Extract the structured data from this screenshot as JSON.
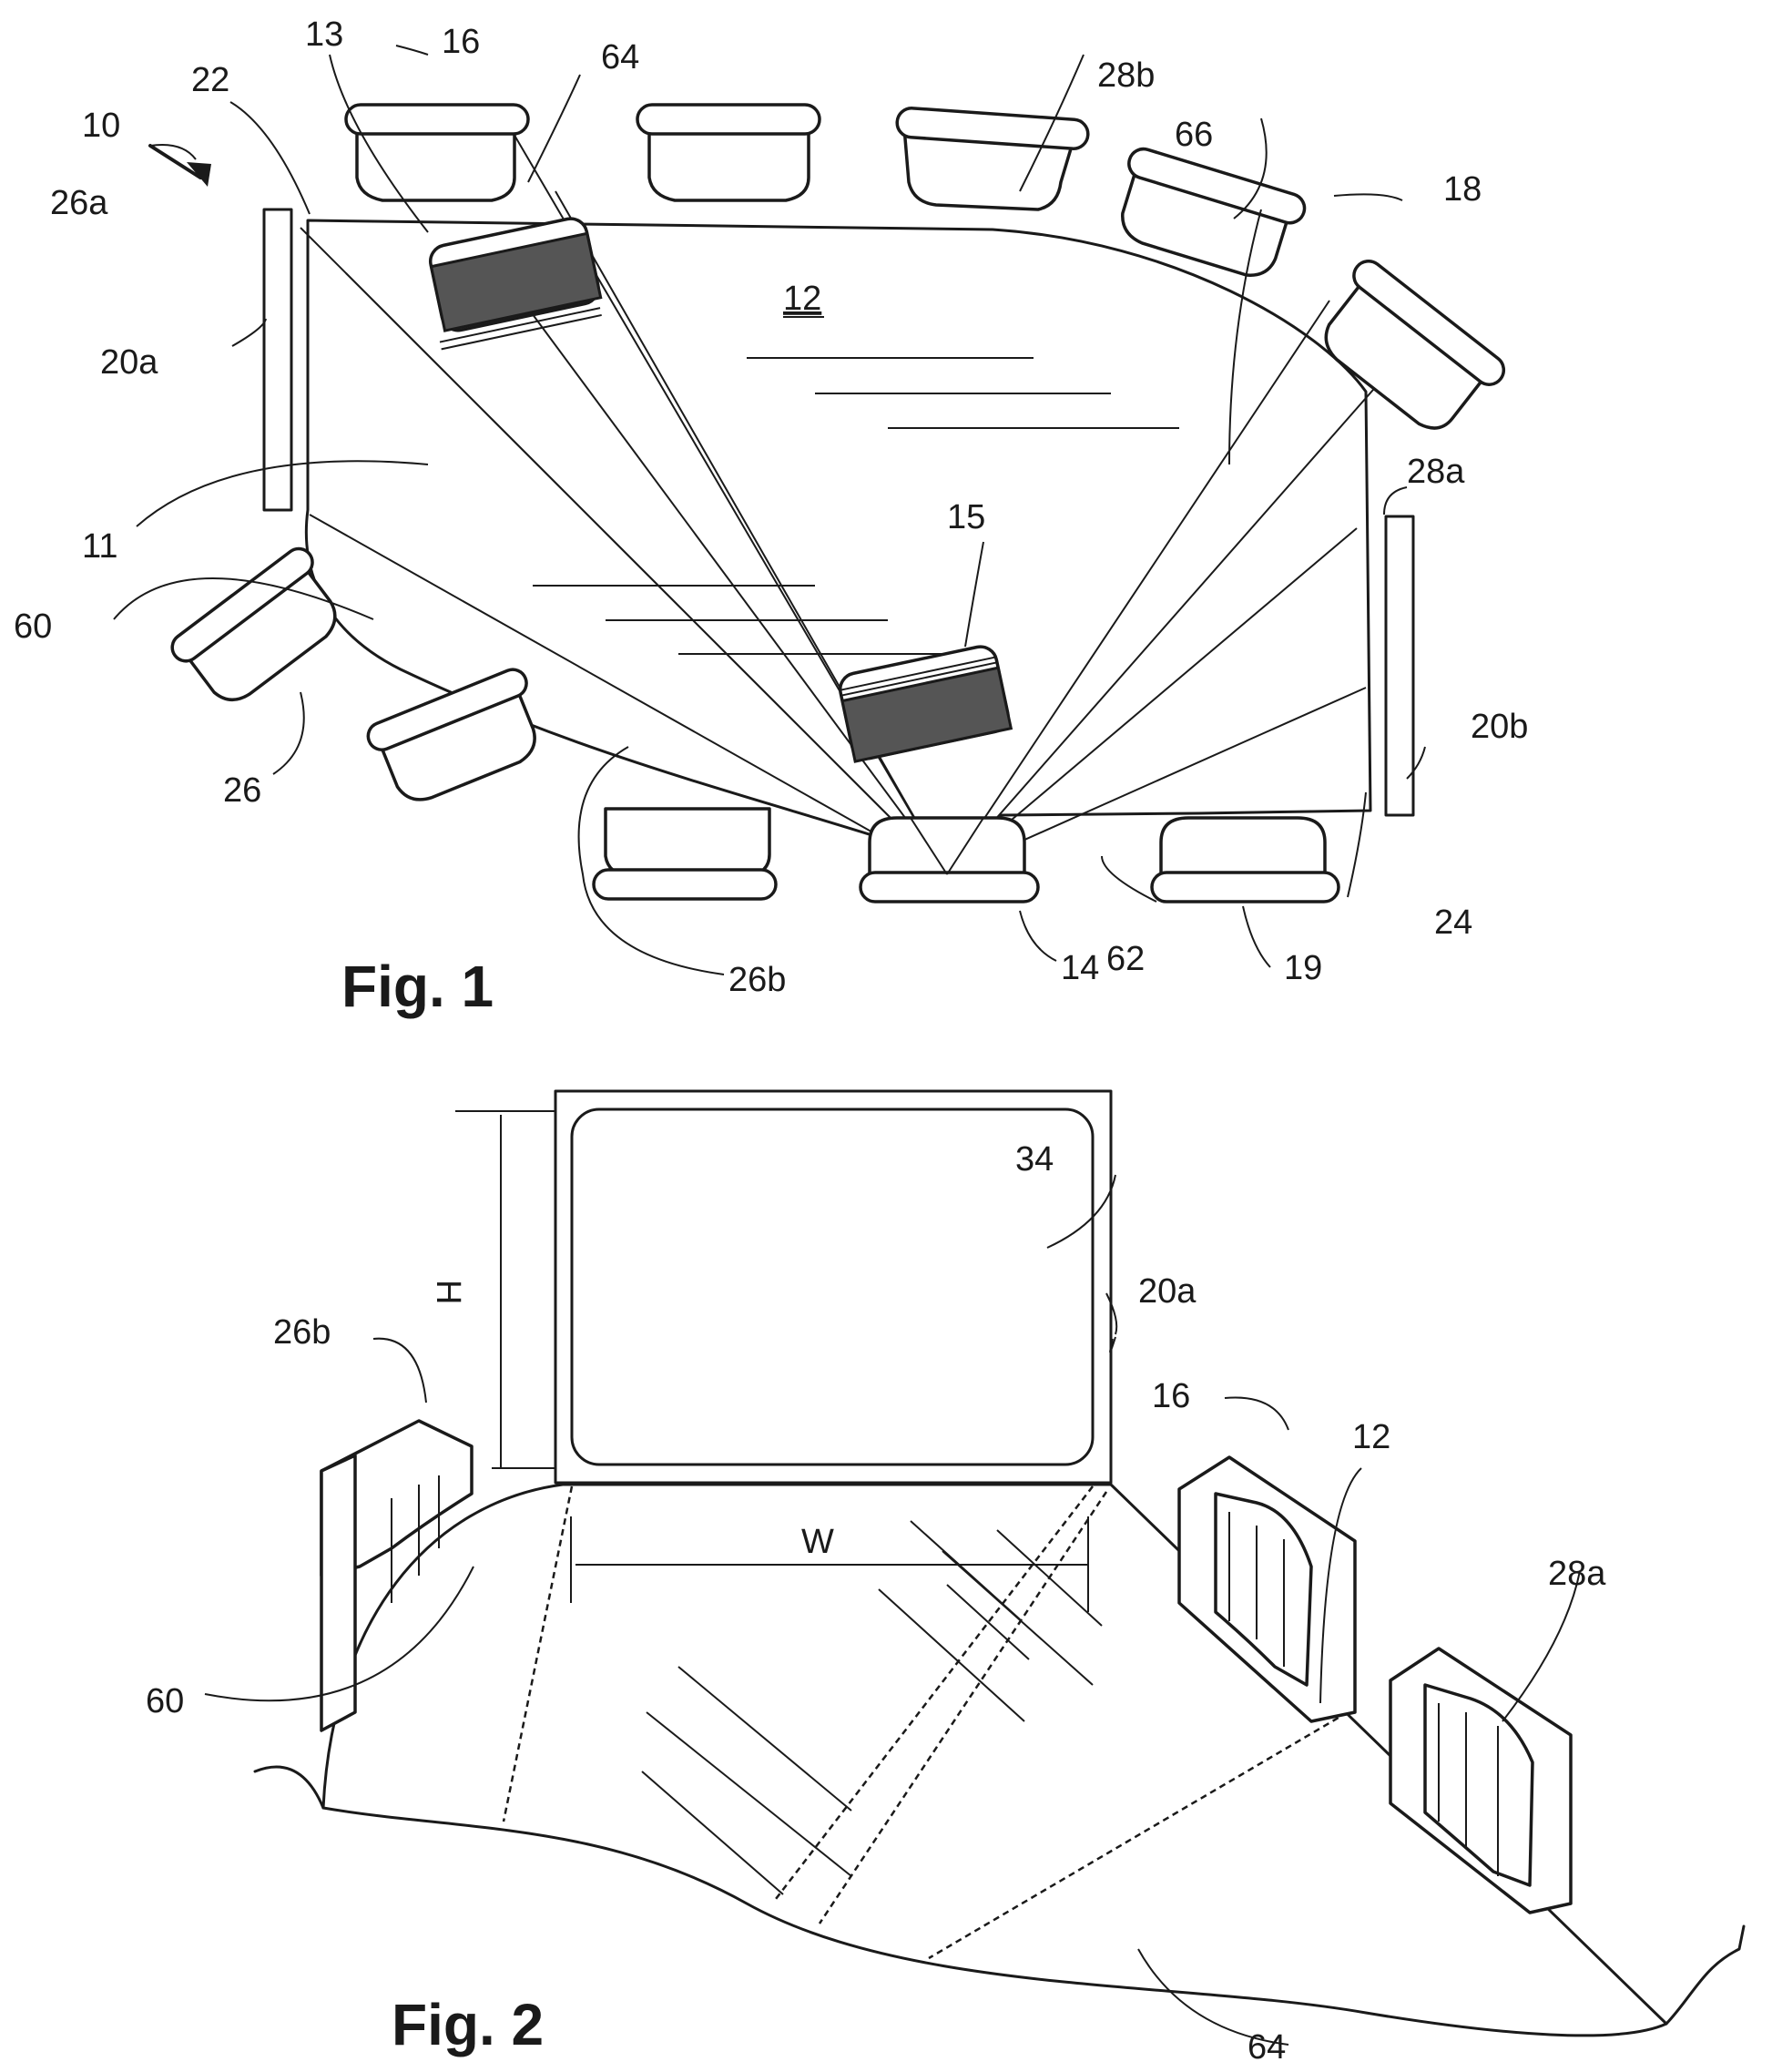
{
  "fig1": {
    "caption": "Fig. 1",
    "labels": {
      "l10": "10",
      "l13": "13",
      "l16": "16",
      "l64": "64",
      "l28b": "28b",
      "l66": "66",
      "l22": "22",
      "l26a": "26a",
      "l18": "18",
      "l12": "12",
      "l20a": "20a",
      "l28a": "28a",
      "l15": "15",
      "l11": "11",
      "l60": "60",
      "l20b": "20b",
      "l26": "26",
      "l24": "24",
      "l62": "62",
      "l14": "14",
      "l19": "19",
      "l26b": "26b"
    }
  },
  "fig2": {
    "caption": "Fig. 2",
    "labels": {
      "l34": "34",
      "lH": "H",
      "l20a": "20a",
      "l26b": "26b",
      "l16": "16",
      "l12": "12",
      "lW": "W",
      "l28a": "28a",
      "l60": "60",
      "l64": "64"
    }
  }
}
